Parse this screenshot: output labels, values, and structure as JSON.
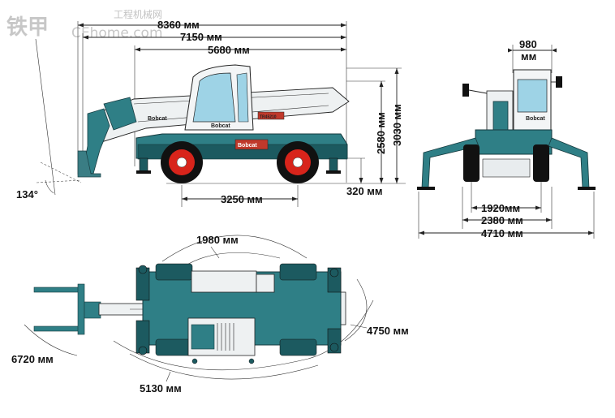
{
  "watermark": {
    "cn": "铁甲",
    "en": "CEhome.com",
    "small": "工程机械网"
  },
  "side_view": {
    "brand": "Bobcat",
    "model_tag": "TR45210",
    "dims": {
      "overall_length": "8360 мм",
      "length_to_carriage": "7150 мм",
      "body_length": "5680 мм",
      "wheelbase": "3250 мм",
      "ground_clearance": "320 мм",
      "cab_height": "2580 мм",
      "overall_height": "3030 мм",
      "fork_tilt_angle": "134°"
    }
  },
  "front_view": {
    "brand": "Bobcat",
    "dims": {
      "cab_width": "980",
      "cab_width_unit": "мм",
      "track_width": "1920мм",
      "overall_width": "2380 мм",
      "stabilizer_span": "4710 мм"
    }
  },
  "top_view": {
    "dims": {
      "inner_turning_radius": "1980 мм",
      "outer_turning_radius": "4750 мм",
      "forks_turning_radius": "6720 мм",
      "body_turning_radius": "5130 мм"
    }
  },
  "colors": {
    "body": "#2f7f86",
    "body_dark": "#1c5a60",
    "wheel_hub": "#d8241b",
    "accent_red": "#c0392b",
    "boom": "#e8ecee"
  }
}
